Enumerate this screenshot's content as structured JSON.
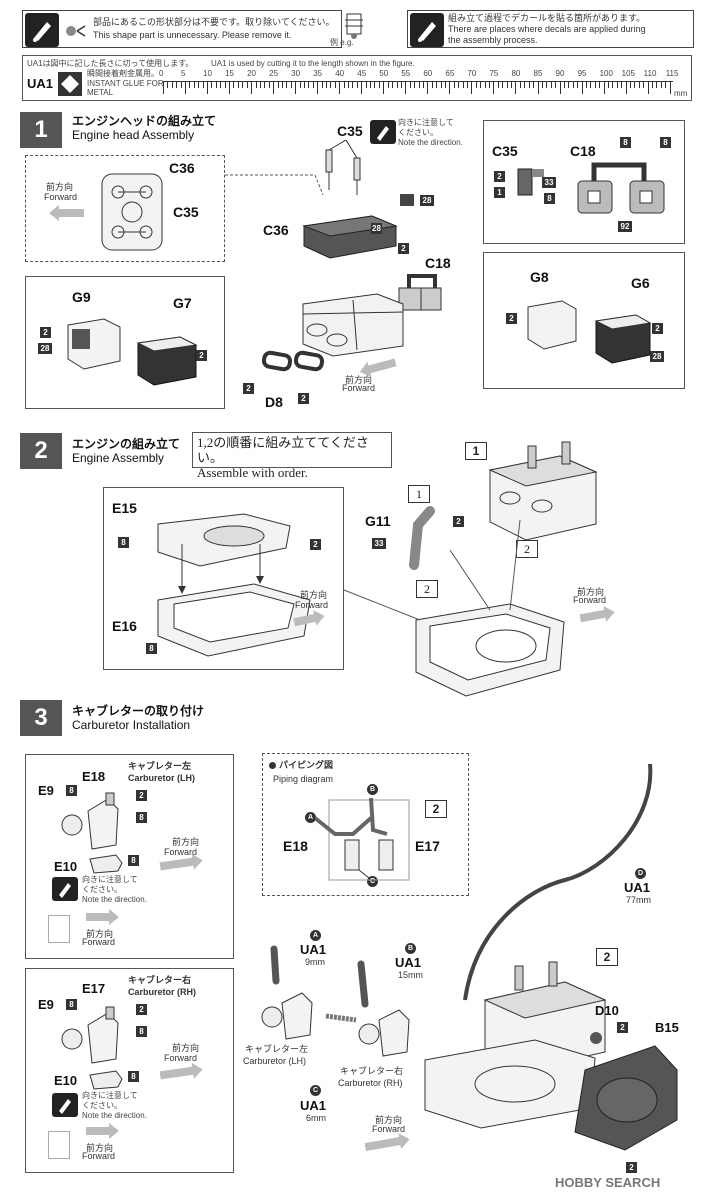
{
  "header": {
    "left_jp": "部品にあるこの形状部分は不要です。取り除いてください。",
    "left_en": "This shape part is unnecessary. Please remove it.",
    "left_example_label": "例 e.g.",
    "right_jp": "組み立て過程でデカールを貼る箇所があります。",
    "right_en1": "There are places where decals are applied during",
    "right_en2": "the assembly process."
  },
  "ruler": {
    "note_jp": "UA1は図中に記した長さに切って使用します。",
    "note_en": "UA1 is used by cutting it to the length shown in the figure.",
    "part": "UA1",
    "glue_jp": "瞬間接着剤金属用。",
    "glue_en1": "INSTANT GLUE FOR",
    "glue_en2": "METAL",
    "unit": "mm",
    "ticks": [
      "0",
      "5",
      "10",
      "15",
      "20",
      "25",
      "30",
      "35",
      "40",
      "45",
      "50",
      "55",
      "60",
      "65",
      "70",
      "75",
      "80",
      "85",
      "90",
      "95",
      "100",
      "105",
      "110",
      "115"
    ]
  },
  "step1": {
    "num": "1",
    "jp": "エンジンヘッドの組み立て",
    "en": "Engine head Assembly",
    "caution_jp": "向きに注意して",
    "caution_jp2": "ください。",
    "caution_en": "Note the direction.",
    "labels": {
      "c35_top": "C35",
      "c36_inset": "C36",
      "c35_inset": "C35",
      "c36": "C36",
      "c18": "C18",
      "g9": "G9",
      "g7": "G7",
      "d8": "D8",
      "c35_box": "C35",
      "c18_box": "C18",
      "g8": "G8",
      "g6": "G6"
    },
    "fwd_jp": "前方向",
    "fwd_en": "Forward"
  },
  "step2": {
    "num": "2",
    "jp": "エンジンの組み立て",
    "en": "Engine Assembly",
    "note_jp": "1,2の順番に組み立ててください。",
    "note_en": "Assemble with order.",
    "labels": {
      "e15": "E15",
      "e16": "E16",
      "g11": "G11"
    },
    "order1": "1",
    "order2": "2",
    "ref": "1",
    "fwd_jp": "前方向",
    "fwd_en": "Forward"
  },
  "step3": {
    "num": "3",
    "jp": "キャブレターの取り付け",
    "en": "Carburetor Installation",
    "lh_jp": "キャブレター左",
    "lh_en": "Carburetor (LH)",
    "rh_jp": "キャブレター右",
    "rh_en": "Carburetor (RH)",
    "labels": {
      "e9": "E9",
      "e18": "E18",
      "e10": "E10",
      "e17": "E17",
      "d10": "D10",
      "b15": "B15"
    },
    "piping_jp": "パイピング図",
    "piping_en": "Piping diagram",
    "caution_jp": "向きに注意して",
    "caution_jp2": "ください。",
    "caution_en": "Note the direction.",
    "fwd_jp": "前方向",
    "fwd_en": "Forward",
    "ua1": "UA1",
    "len_a": "9mm",
    "len_b": "15mm",
    "len_c": "6mm",
    "len_d": "77mm",
    "ref": "2"
  },
  "watermark": "HOBBY SEARCH"
}
